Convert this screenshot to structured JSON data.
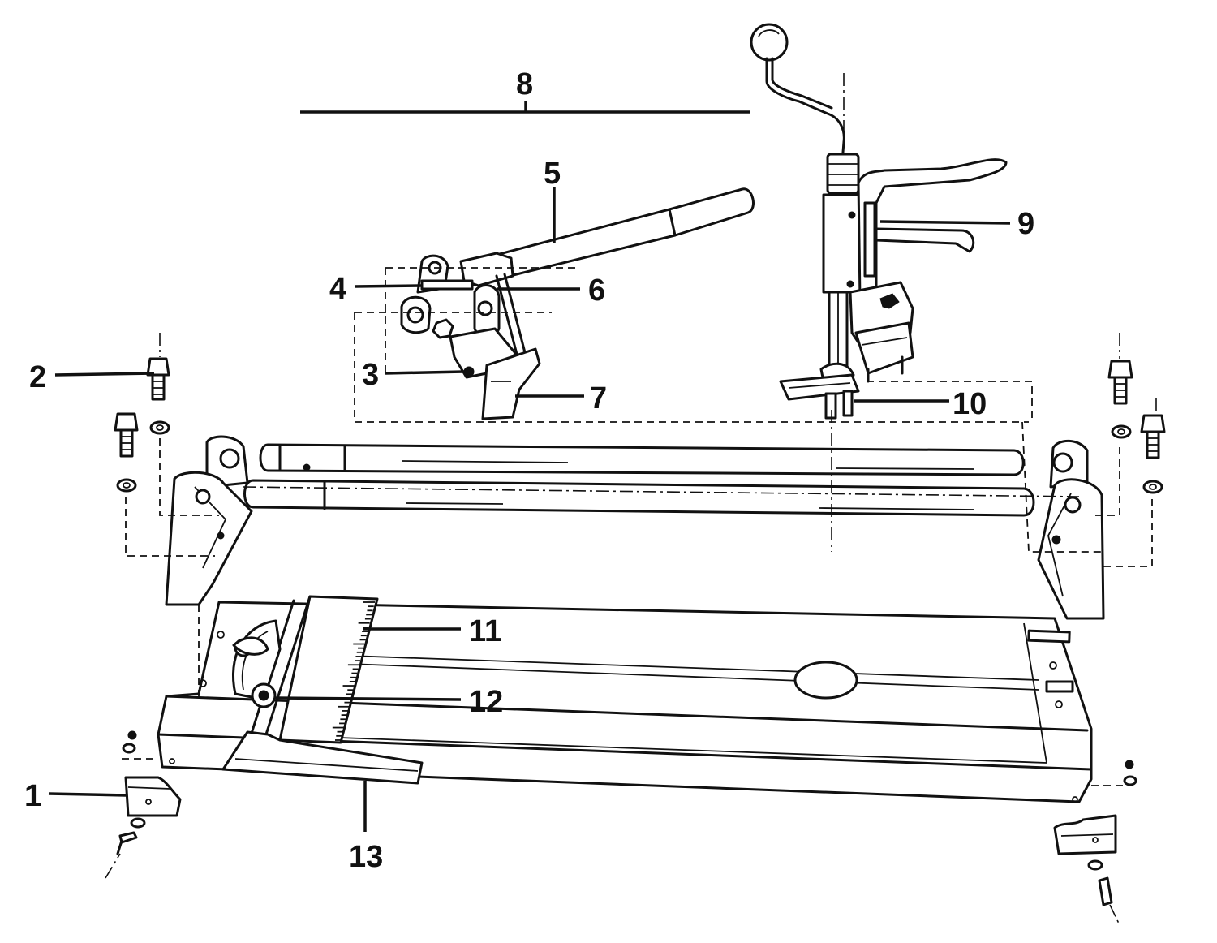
{
  "diagram": {
    "callouts": [
      {
        "id": "c1",
        "label": "1"
      },
      {
        "id": "c2",
        "label": "2"
      },
      {
        "id": "c3",
        "label": "3"
      },
      {
        "id": "c4",
        "label": "4"
      },
      {
        "id": "c5",
        "label": "5"
      },
      {
        "id": "c6",
        "label": "6"
      },
      {
        "id": "c7",
        "label": "7"
      },
      {
        "id": "c8",
        "label": "8"
      },
      {
        "id": "c9",
        "label": "9"
      },
      {
        "id": "c10",
        "label": "10"
      },
      {
        "id": "c11",
        "label": "11"
      },
      {
        "id": "c12",
        "label": "12"
      },
      {
        "id": "c13",
        "label": "13"
      }
    ],
    "colors": {
      "ink": "#111111",
      "paper": "#ffffff"
    }
  }
}
